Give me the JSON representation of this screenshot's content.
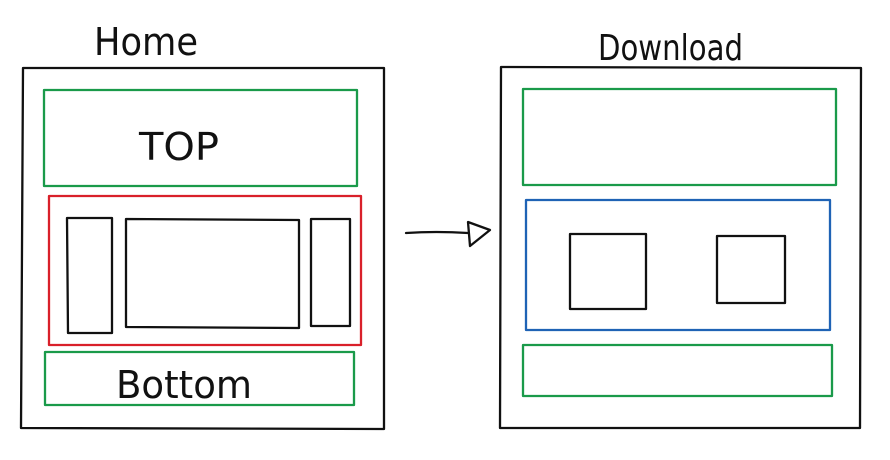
{
  "wireframes": [
    {
      "title": "Home",
      "frame_color": "#111111",
      "sections": [
        {
          "id": "top",
          "label": "TOP",
          "color": "#1a9a4a"
        },
        {
          "id": "middle",
          "label": "",
          "color": "#d9202a",
          "inner_box_count": 3
        },
        {
          "id": "bottom",
          "label": "Bottom",
          "color": "#1a9a4a"
        }
      ]
    },
    {
      "title": "Download",
      "frame_color": "#111111",
      "sections": [
        {
          "id": "top",
          "label": "",
          "color": "#1a9a4a"
        },
        {
          "id": "middle",
          "label": "",
          "color": "#1f63b5",
          "inner_box_count": 2
        },
        {
          "id": "bottom",
          "label": "",
          "color": "#1a9a4a"
        }
      ]
    }
  ],
  "transition": {
    "icon": "arrow-right-icon",
    "color": "#111111"
  }
}
